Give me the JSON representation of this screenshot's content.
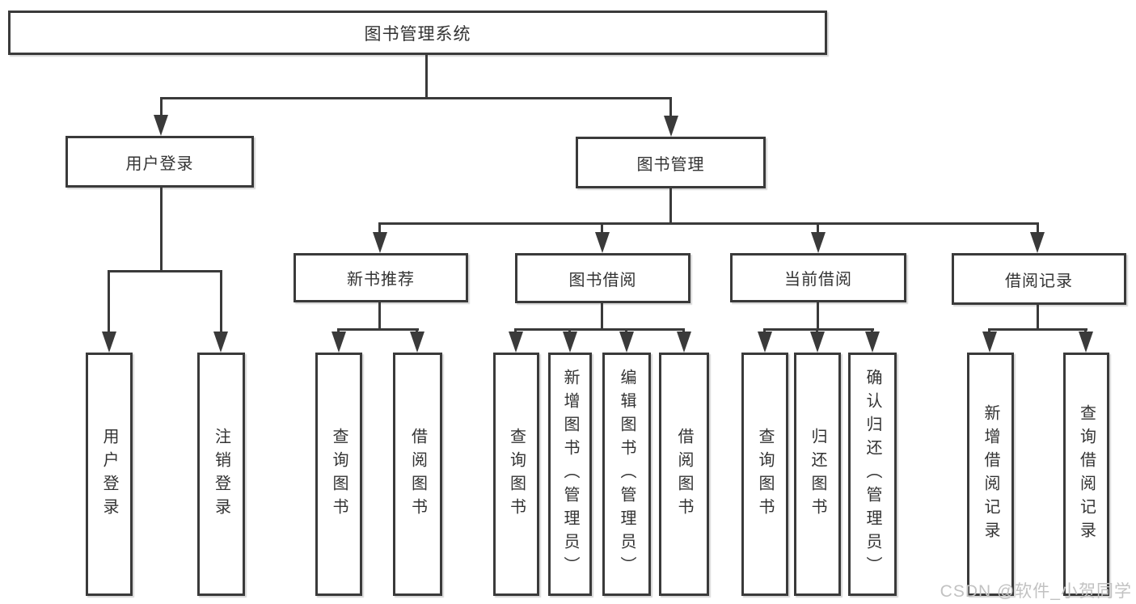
{
  "title": "图书管理系统",
  "level2": {
    "user_login": "用户登录",
    "book_mgmt": "图书管理"
  },
  "level3": {
    "new_books": "新书推荐",
    "book_borrow": "图书借阅",
    "current_borrow": "当前借阅",
    "borrow_records": "借阅记录"
  },
  "leaves": {
    "user_login": [
      "用户登录",
      "注销登录"
    ],
    "new_books": [
      "查询图书",
      "借阅图书"
    ],
    "book_borrow": [
      "查询图书",
      "新增图书（管理员）",
      "编辑图书（管理员）",
      "借阅图书"
    ],
    "current_borrow": [
      "查询图书",
      "归还图书",
      "确认归还（管理员）"
    ],
    "borrow_records": [
      "新增借阅记录",
      "查询借阅记录"
    ]
  },
  "watermark": "CSDN @软件_小贺同学",
  "colors": {
    "line": "#3a3a3a",
    "text": "#333333",
    "watermark": "#c2c2c2",
    "background": "#ffffff"
  }
}
